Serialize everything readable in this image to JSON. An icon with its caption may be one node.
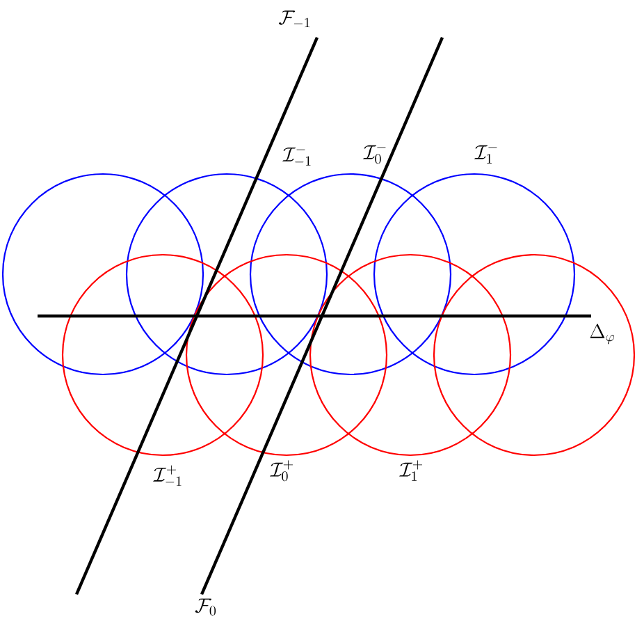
{
  "diagram": {
    "labels": [
      "\\mathcal{F}_{-1}",
      "\\mathcal{I}_{-1}^{-}",
      "\\mathcal{I}_{0}^{-}",
      "\\mathcal{I}_{1}^{-}",
      "\\Delta_{\\varphi}",
      "\\mathcal{I}_{-1}^{+}",
      "\\mathcal{I}_{0}^{+}",
      "\\mathcal{I}_{1}^{+}",
      "\\mathcal{F}_{0}"
    ]
  }
}
